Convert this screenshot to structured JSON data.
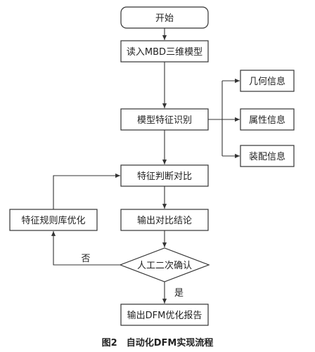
{
  "nodes": {
    "start": "开始",
    "read_mbd": "读入MBD三维模型",
    "feature_recognition": "模型特征识别",
    "geometry_info": "几何信息",
    "attribute_info": "属性信息",
    "assembly_info": "装配信息",
    "feature_compare": "特征判断对比",
    "output_conclusion": "输出对比结论",
    "manual_confirm": "人工二次确认",
    "rule_optimize": "特征规则库优化",
    "output_report": "输出DFM优化报告"
  },
  "edge_labels": {
    "no": "否",
    "yes": "是"
  },
  "caption": "图2　自动化DFM实现流程"
}
